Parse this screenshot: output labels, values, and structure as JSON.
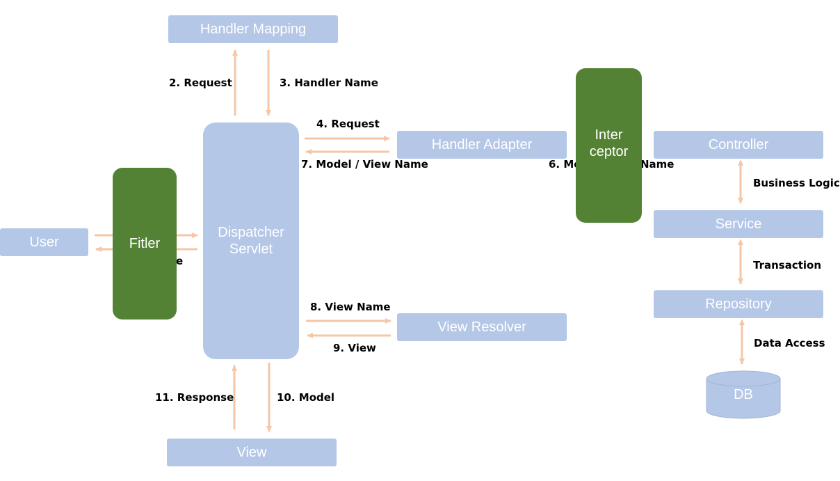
{
  "nodes": {
    "handler_mapping": "Handler Mapping",
    "handler_adapter": "Handler Adapter",
    "view_resolver": "View Resolver",
    "view": "View",
    "user": "User",
    "filter": "Fitler",
    "dispatcher_line1": "Dispatcher",
    "dispatcher_line2": "Servlet",
    "interceptor_line1": "Inter",
    "interceptor_line2": "ceptor",
    "controller": "Controller",
    "service": "Service",
    "repository": "Repository",
    "db": "DB"
  },
  "labels": {
    "request_2": "2. Request",
    "handler_name_3": "3. Handler Name",
    "request_4": "4. Request",
    "model_view_name_7": "7. Model / View Name",
    "model_view_name_6_left": "6. Mo",
    "model_view_name_6_right": "Name",
    "view_name_8": "8. View Name",
    "view_9": "9. View",
    "response_11": "11. Response",
    "model_10": "10. Model",
    "filter_hidden_suffix": "e",
    "business_logic": "Business Logic",
    "transaction": "Transaction",
    "data_access": "Data Access"
  },
  "colors": {
    "box": "#b4c7e7",
    "green": "#548235",
    "arrow": "#f4c7a7",
    "text": "#000000"
  }
}
